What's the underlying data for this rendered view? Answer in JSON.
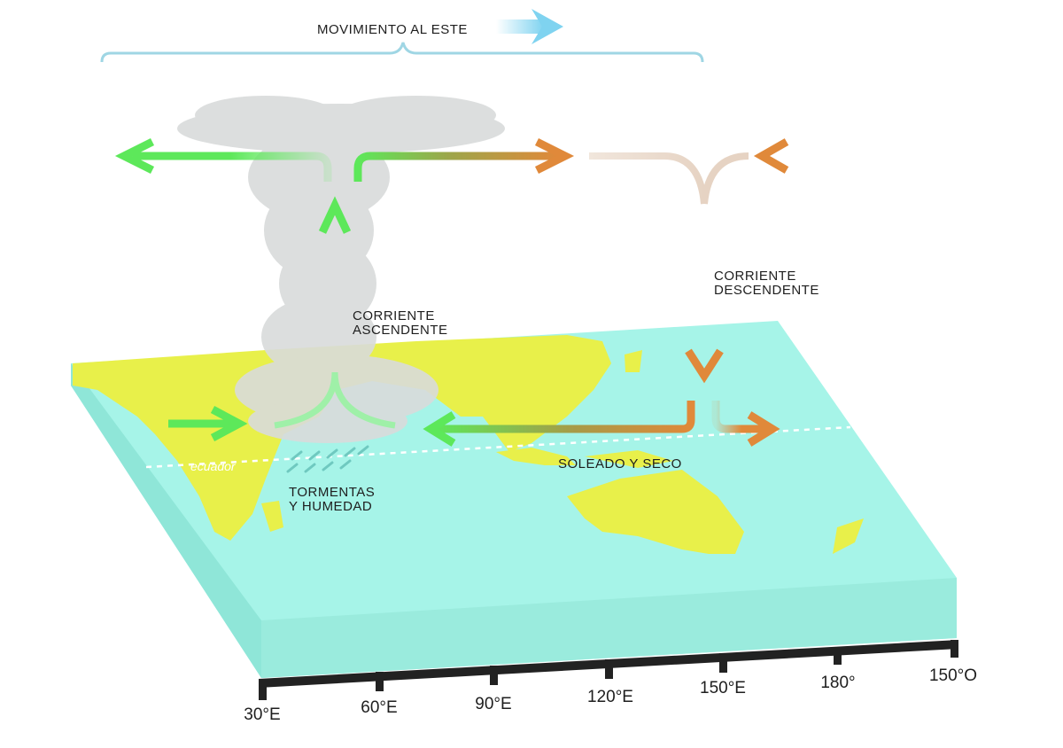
{
  "title": "MOVIMIENTO AL ESTE",
  "labels": {
    "updraft_line1": "CORRIENTE",
    "updraft_line2": "ASCENDENTE",
    "downdraft_line1": "CORRIENTE",
    "downdraft_line2": "DESCENDENTE",
    "storms_line1": "TORMENTAS",
    "storms_line2": "Y HUMEDAD",
    "sunny": "SOLEADO Y SECO",
    "equator": "ecuador"
  },
  "axis": {
    "ticks": [
      "30°E",
      "60°E",
      "90°E",
      "120°E",
      "150°E",
      "180°",
      "150°O"
    ]
  },
  "colors": {
    "ocean_top": "#a6f4e8",
    "ocean_side": "#8fe6d8",
    "land": "#e8f04a",
    "green_arrow": "#5de85a",
    "orange_arrow": "#e0893a",
    "bracket": "#9fd6e4",
    "east_arrow": "#7fd3f0",
    "cloud": "#d9dbdb",
    "axis": "#222222"
  },
  "icons": [
    "east-arrow-icon",
    "cloud-icon",
    "updraft-arrow-icon",
    "downdraft-arrow-icon",
    "rain-streaks-icon"
  ]
}
